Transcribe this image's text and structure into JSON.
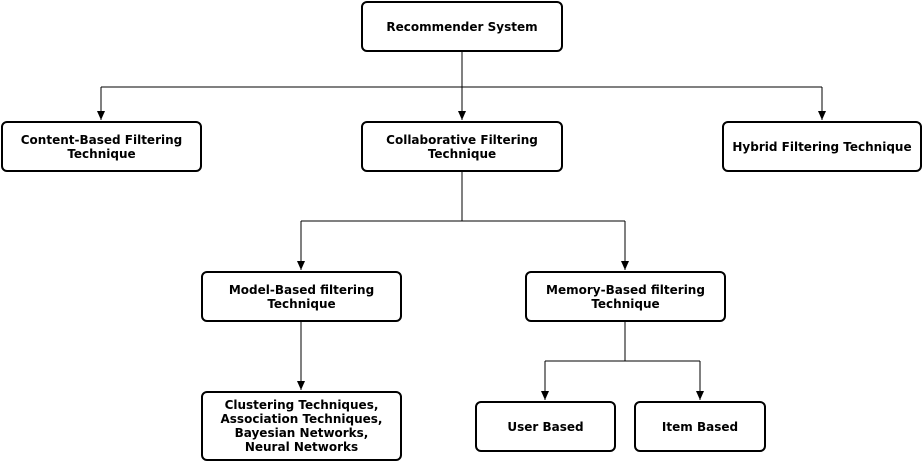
{
  "nodes": {
    "root": "Recommender System",
    "content_based": "Content-Based Filtering\nTechnique",
    "collaborative": "Collaborative Filtering\nTechnique",
    "hybrid": "Hybrid Filtering Technique",
    "model_based": "Model-Based filtering\nTechnique",
    "memory_based": "Memory-Based filtering\nTechnique",
    "model_examples": "Clustering Techniques,\nAssociation Techniques,\nBayesian Networks,\nNeural Networks",
    "user_based": "User Based",
    "item_based": "Item Based"
  },
  "colors": {
    "stroke": "#000000",
    "background": "#ffffff"
  }
}
